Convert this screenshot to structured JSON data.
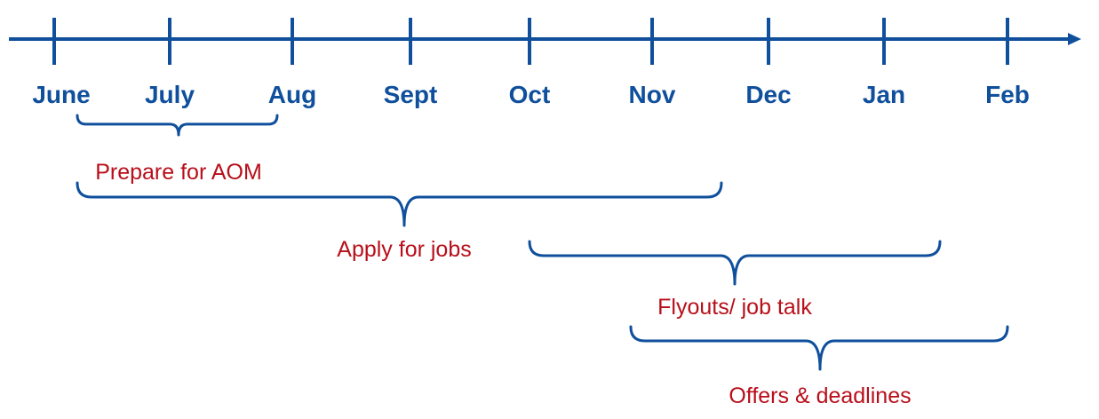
{
  "timeline": {
    "colors": {
      "axis": "#0f4f9c",
      "brace": "#0f4f9c",
      "phase_text": "#b80f1a",
      "month_text": "#0f4f9c"
    },
    "months": [
      "June",
      "July",
      "Aug",
      "Sept",
      "Oct",
      "Nov",
      "Dec",
      "Jan",
      "Feb"
    ],
    "phases": [
      {
        "label": "Prepare for AOM",
        "start": "June",
        "end": "Aug"
      },
      {
        "label": "Apply for jobs",
        "start": "June",
        "end": "Dec"
      },
      {
        "label": "Flyouts/ job talk",
        "start": "Oct",
        "end": "Jan"
      },
      {
        "label": "Offers & deadlines",
        "start": "Nov",
        "end": "Feb"
      }
    ]
  }
}
